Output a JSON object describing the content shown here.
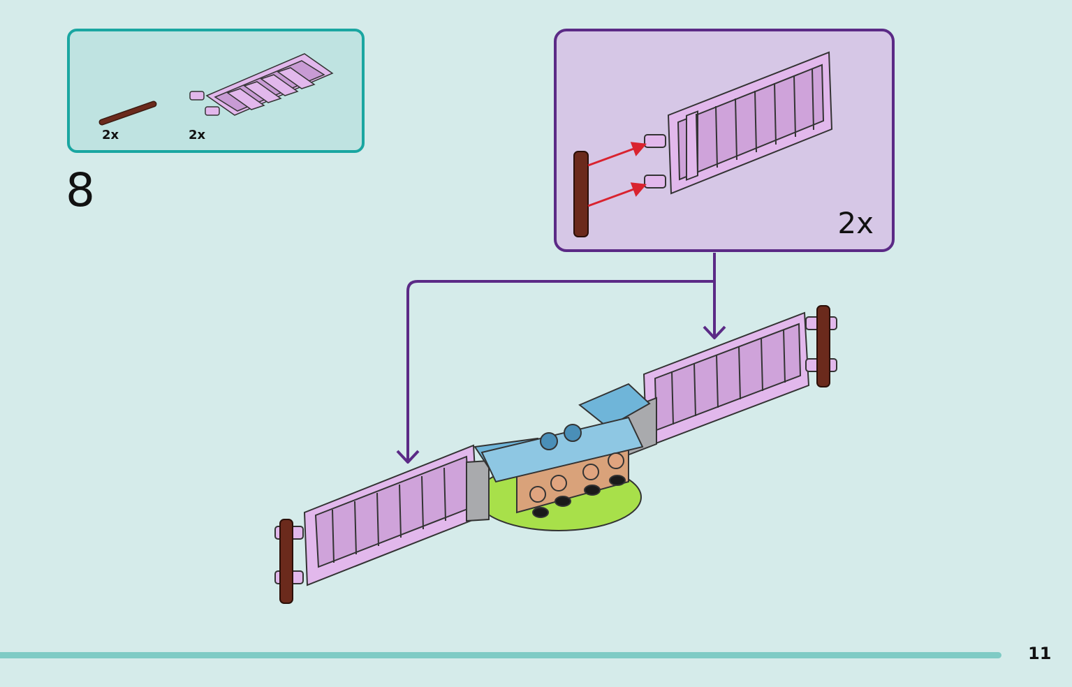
{
  "parts_list": {
    "items": [
      {
        "name": "brown-bar",
        "quantity": "2x"
      },
      {
        "name": "lavender-fence",
        "quantity": "2x"
      }
    ]
  },
  "step": {
    "number": "8"
  },
  "callout": {
    "quantity": "2x"
  },
  "page": {
    "number": "11"
  },
  "colors": {
    "background": "#d5ebea",
    "parts_box_border": "#1aa6a1",
    "callout_border": "#5b2a86",
    "callout_fill": "#d6c7e6",
    "fence": "#e2b8ec",
    "bar": "#6b2a1c",
    "arrow_red": "#d9232f",
    "footer_bar": "#7fcbc5"
  }
}
